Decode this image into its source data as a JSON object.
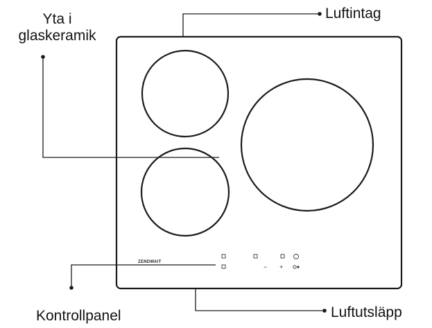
{
  "labels": {
    "surface_line1": "Yta i",
    "surface_line2": "glaskeramik",
    "air_intake": "Luftintag",
    "control_panel": "Kontrollpanel",
    "air_exhaust": "Luftutsläpp"
  },
  "hob": {
    "brand": "ZENDWAIT",
    "controls": {
      "minus": "−",
      "plus": "+"
    }
  },
  "colors": {
    "line": "#1a1a1a",
    "background": "#ffffff"
  }
}
